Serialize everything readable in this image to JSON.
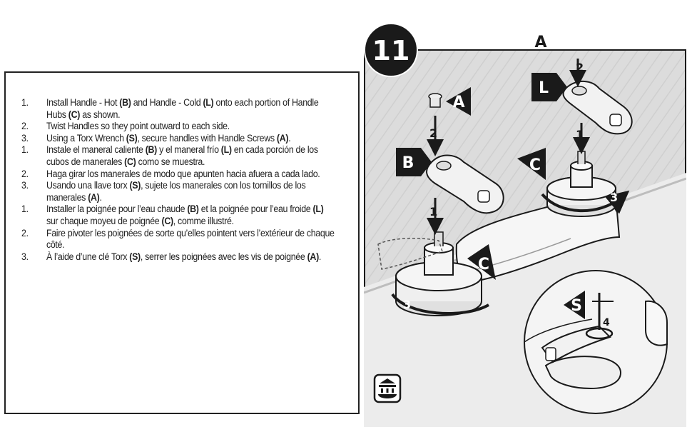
{
  "step_badge": "11",
  "callouts": {
    "a": "A",
    "l": "L",
    "b": "B",
    "c": "C",
    "s": "S",
    "n1": "1",
    "n2": "2",
    "n3": "3"
  },
  "instructions": [
    {
      "num": "1.",
      "parts": [
        {
          "t": "Install Handle - Hot "
        },
        {
          "b": "(B)"
        },
        {
          "t": " and Handle - Cold "
        },
        {
          "b": "(L)"
        },
        {
          "t": " onto each portion of Handle Hubs "
        },
        {
          "b": "(C)"
        },
        {
          "t": " as shown."
        }
      ]
    },
    {
      "num": "2.",
      "parts": [
        {
          "t": "Twist Handles so they point outward to each side."
        }
      ]
    },
    {
      "num": "3.",
      "parts": [
        {
          "t": "Using a Torx Wrench "
        },
        {
          "b": "(S)"
        },
        {
          "t": ", secure handles with Handle Screws "
        },
        {
          "b": "(A)"
        },
        {
          "t": "."
        }
      ]
    },
    {
      "num": "1.",
      "parts": [
        {
          "t": "Instale el maneral caliente "
        },
        {
          "b": "(B)"
        },
        {
          "t": " y el maneral frío "
        },
        {
          "b": "(L)"
        },
        {
          "t": " en cada porción de los cubos de manerales "
        },
        {
          "b": "(C)"
        },
        {
          "t": " como se muestra."
        }
      ]
    },
    {
      "num": "2.",
      "parts": [
        {
          "t": "Haga girar los manerales de modo que apunten hacia afuera a cada lado."
        }
      ]
    },
    {
      "num": "3.",
      "parts": [
        {
          "t": "Usando una llave torx "
        },
        {
          "b": "(S)"
        },
        {
          "t": ", sujete los manerales con los tornillos de los manerales "
        },
        {
          "b": "(A)"
        },
        {
          "t": "."
        }
      ]
    },
    {
      "num": "1.",
      "parts": [
        {
          "t": "Installer la poignée pour l’eau chaude "
        },
        {
          "b": "(B)"
        },
        {
          "t": " et la poignée pour l’eau froide "
        },
        {
          "b": "(L)"
        },
        {
          "t": " sur chaque moyeu de poignée "
        },
        {
          "b": "(C)"
        },
        {
          "t": ", comme illustré."
        }
      ]
    },
    {
      "num": "2.",
      "parts": [
        {
          "t": "Faire pivoter les poignées de sorte qu’elles pointent vers l’extérieur de chaque côté."
        }
      ]
    },
    {
      "num": "3.",
      "parts": [
        {
          "t": "À l’aide d’une clé Torx "
        },
        {
          "b": "(S)"
        },
        {
          "t": ", serrer les poignées avec les vis de poignée "
        },
        {
          "b": "(A)"
        },
        {
          "t": "."
        }
      ]
    }
  ],
  "colors": {
    "badge": "#1a1a1a",
    "background_panel": "#dcdcdc",
    "line": "#1a1a1a"
  },
  "icons": [
    "under-sink-access-icon"
  ]
}
